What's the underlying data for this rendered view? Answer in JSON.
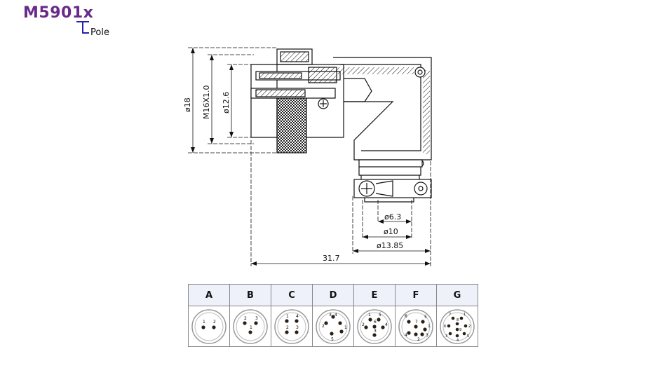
{
  "header": {
    "part_number": "M5901x",
    "pole_label": "Pole"
  },
  "dimensions": {
    "d18": "ø18",
    "thread": "M16X1.0",
    "d12_6": "ø12.6",
    "d6_3": "ø6.3",
    "d10": "ø10",
    "d13_85": "ø13.85",
    "length": "31.7"
  },
  "pin_table": {
    "columns": [
      "A",
      "B",
      "C",
      "D",
      "E",
      "F",
      "G"
    ],
    "layouts": [
      {
        "pins": [
          "1",
          "2"
        ]
      },
      {
        "pins": [
          "2",
          "3",
          "1"
        ]
      },
      {
        "pins": [
          "1",
          "4",
          "2",
          "3"
        ]
      },
      {
        "pins": [
          "3",
          "4",
          "2",
          "1",
          "5"
        ]
      },
      {
        "pins": [
          "1",
          "5",
          "2",
          "6",
          "4",
          "3"
        ]
      },
      {
        "pins": [
          "6",
          "7",
          "5",
          "1",
          "4",
          "2",
          "3"
        ]
      },
      {
        "pins": [
          "7",
          "1",
          "8",
          "6",
          "2",
          "9",
          "3",
          "4",
          "5"
        ]
      }
    ]
  }
}
